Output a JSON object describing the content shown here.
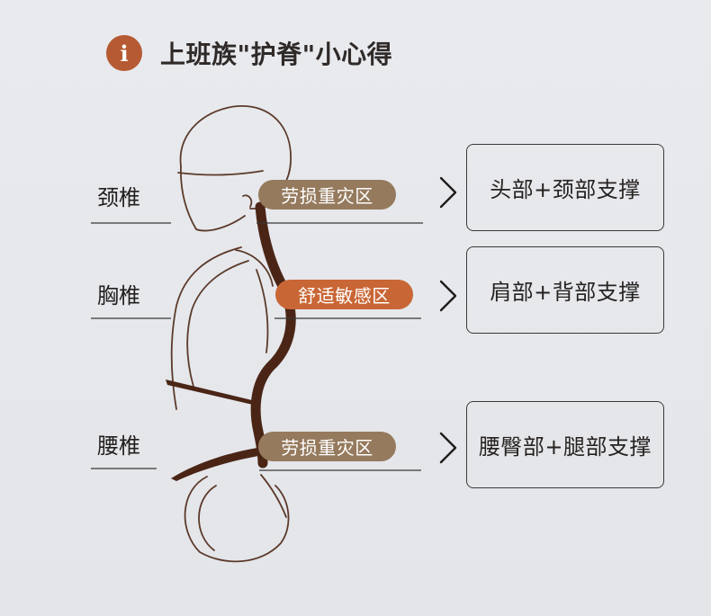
{
  "header": {
    "icon_glyph": "i",
    "title": "上班族\"护脊\"小心得"
  },
  "regions": [
    {
      "vertebra": "颈椎",
      "zone_label": "劳损重灾区",
      "zone_type": "strain",
      "support": "头部+颈部支撑"
    },
    {
      "vertebra": "胸椎",
      "zone_label": "舒适敏感区",
      "zone_type": "sensitive",
      "support": "肩部+背部支撑"
    },
    {
      "vertebra": "腰椎",
      "zone_label": "劳损重灾区",
      "zone_type": "strain",
      "support": "腰臀部+腿部支撑"
    }
  ],
  "colors": {
    "accent": "#b55a32",
    "strain_pill": "#957a5d",
    "sensitive_pill": "#c96635",
    "spine": "#4a2516",
    "outline": "#5c3a2a"
  },
  "icons": {
    "header": "info-icon",
    "arrow": "chevron-right-icon"
  }
}
